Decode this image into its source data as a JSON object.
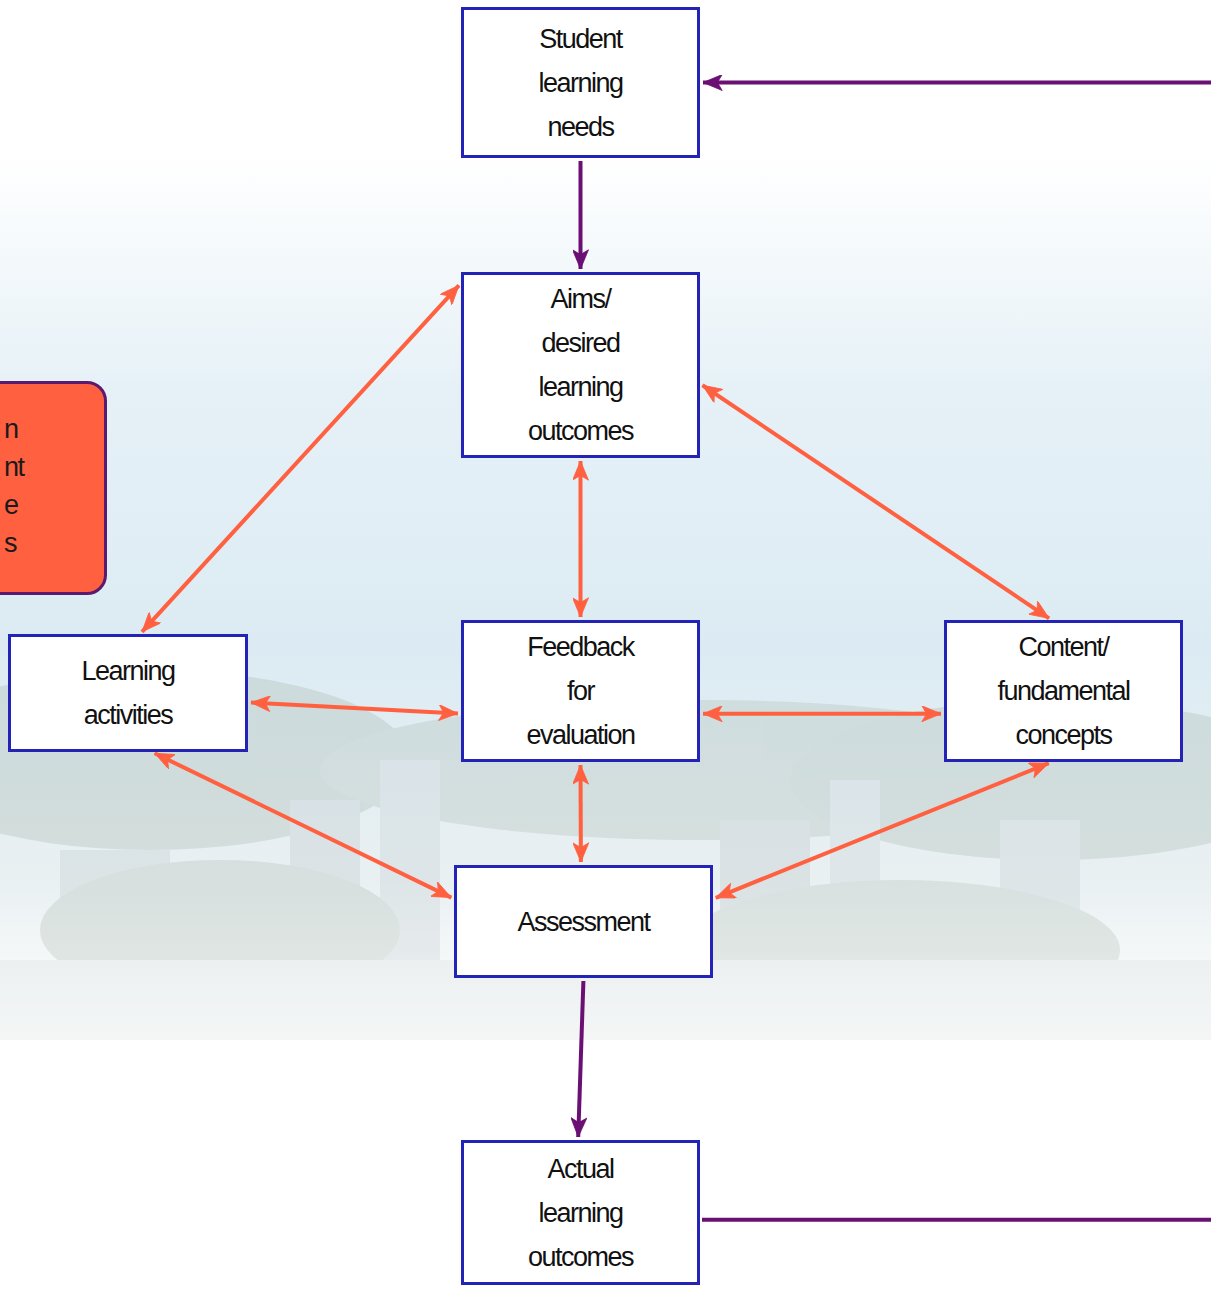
{
  "diagram": {
    "nodes": [
      {
        "text": [
          "Student learning needs"
        ]
      },
      {
        "text": [
          "Aims/ desired learning outcomes"
        ]
      },
      {
        "text": [
          "Learning activities"
        ]
      },
      {
        "text": [
          "Feedback for evaluation"
        ]
      },
      {
        "text": [
          "Content/ fundamental concepts"
        ]
      },
      {
        "text": [
          "Assessment"
        ]
      },
      {
        "text": [
          "Actual learning outcomes"
        ]
      },
      {
        "text": [
          "n nt e s"
        ]
      }
    ],
    "edges": [
      {
        "from": 0,
        "to": 1,
        "arrow": "to"
      },
      {
        "from": 1,
        "to": 2,
        "arrow": "both"
      },
      {
        "from": 1,
        "to": 3,
        "arrow": "both"
      },
      {
        "from": 1,
        "to": 4,
        "arrow": "both"
      },
      {
        "from": 2,
        "to": 3,
        "arrow": "both"
      },
      {
        "from": 3,
        "to": 4,
        "arrow": "both"
      },
      {
        "from": 2,
        "to": 5,
        "arrow": "both"
      },
      {
        "from": 3,
        "to": 5,
        "arrow": "both"
      },
      {
        "from": 4,
        "to": 5,
        "arrow": "both"
      },
      {
        "from": 5,
        "to": 6,
        "arrow": "to"
      },
      {
        "from": 6,
        "to": 0,
        "arrow": "to"
      }
    ]
  }
}
